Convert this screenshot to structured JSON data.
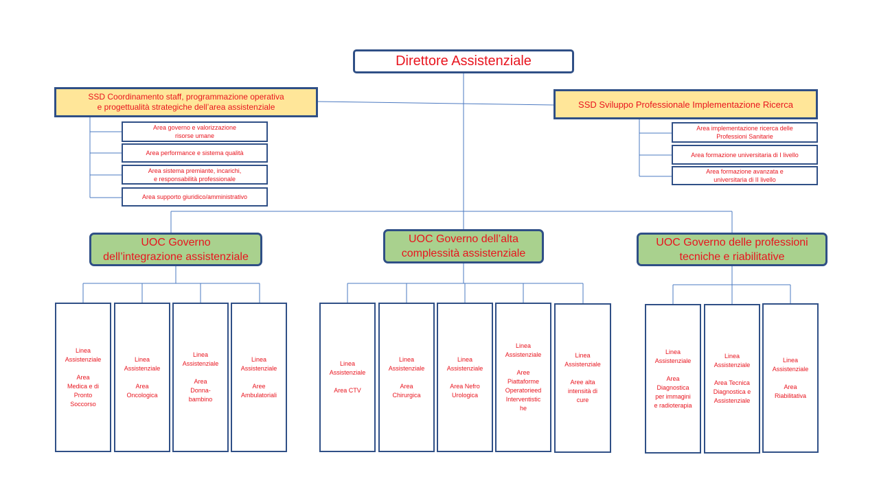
{
  "director": "Direttore Assistenziale",
  "ssd_left": {
    "title": "SSD Coordinamento  staff, programmazione operativa\ne progettualità strategiche dell’area assistenziale",
    "areas": [
      "Area governo e valorizzazione\nrisorse umane",
      "Area performance e sistema qualità",
      "Area sistema premiante, incarichi,\ne responsabilità professionale",
      "Area supporto giuridico/amministrativo"
    ]
  },
  "ssd_right": {
    "title": "SSD Sviluppo  Professionale Implementazione  Ricerca",
    "areas": [
      "Area implementazione ricerca delle\nProfessioni Sanitarie",
      "Area formazione universitaria di I livello",
      "Area formazione avanzata e\nuniversitaria di II livello"
    ]
  },
  "uoc": [
    {
      "title": "UOC Governo\ndell’integrazione assistenziale",
      "lines": [
        "Linea\nAssistenziale\n\nArea\nMedica e di\nPronto\nSoccorso",
        "Linea\nAssistenziale\n\nArea\nOncologica",
        "Linea\nAssistenziale\n\nArea\nDonna-\nbambino",
        "Linea\nAssistenziale\n\nAree\nAmbulatoriali"
      ]
    },
    {
      "title": "UOC Governo dell’alta\ncomplessità assistenziale",
      "lines": [
        "Linea\nAssistenziale\n\nArea CTV",
        "Linea\nAssistenziale\n\nArea\nChirurgica",
        "Linea\nAssistenziale\n\nArea Nefro\nUrologica",
        "Linea\nAssistenziale\n\nAree\nPiattaforme\nOperatorieed\nInterventistic\nhe",
        "Linea\nAssistenziale\n\nAree alta\nintensità di\ncure"
      ]
    },
    {
      "title": "UOC Governo delle professioni\ntecniche e riabilitative",
      "lines": [
        "Linea\nAssistenziale\n\nArea\nDiagnostica\nper immagini\ne radioterapia",
        "Linea\nAssistenziale\n\nArea Tecnica\nDiagnostica e\nAssistenziale",
        "Linea\nAssistenziale\n\nArea\nRiabilitativa"
      ]
    }
  ]
}
